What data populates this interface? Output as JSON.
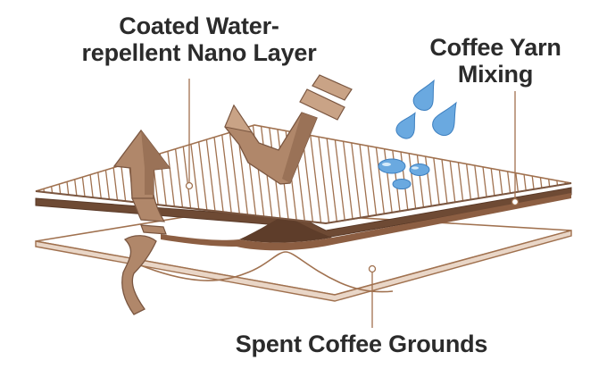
{
  "labels": {
    "nano_layer": [
      "Coated Water-",
      "repellent Nano Layer"
    ],
    "coffee_yarn": [
      "Coffee Yarn",
      "Mixing"
    ],
    "spent_grounds": "Spent Coffee Grounds"
  },
  "colors": {
    "outline": "#a0714f",
    "layer_dark": "#6e4a34",
    "layer_mid": "#8c5e42",
    "arrow_fill": "#b0876a",
    "arrow_dark": "#7a5640",
    "water": "#6aa9e0",
    "water_light": "#a8d0f2",
    "text": "#2b2b2b"
  },
  "icons": {
    "water_drops": "water-drop-icon",
    "vapor_arrows": "vapor-arrow-icon",
    "incoming_water": "water-droplet-arrow-icon"
  }
}
